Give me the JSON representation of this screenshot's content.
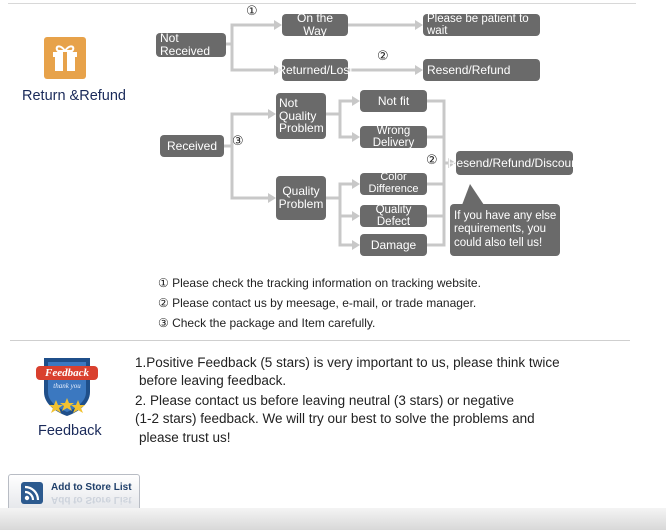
{
  "return_section": {
    "label": "Return &Refund",
    "icon": "gift-box-icon",
    "icon_color": "#e7a24a"
  },
  "flow": {
    "not_received": "Not Received",
    "on_the_way": "On the Way",
    "please_wait": "Please be patient to wait",
    "returned_lost": "Returned/Lost",
    "resend_refund": "Resend/Refund",
    "received": "Received",
    "not_quality_problem": "Not Quality Problem",
    "quality_problem": "Quality Problem",
    "not_fit": "Not fit",
    "wrong_delivery": "Wrong Delivery",
    "color_difference": "Color Difference",
    "quality_defect": "Quality Defect",
    "damage": "Damage",
    "resend_refund_discount": "Resend/Refund/Discount",
    "callout": "If you have any else requirements, you could also tell us!",
    "num_1": "①",
    "num_2a": "②",
    "num_3": "③",
    "num_2b": "②",
    "box_color": "#6a6a6a",
    "line_color": "#c8c8c8"
  },
  "notes": [
    "① Please check the tracking information on tracking website.",
    "② Please contact us by meesage, e-mail, or trade manager.",
    "③ Check the package and Item carefully."
  ],
  "feedback": {
    "badge_text": "Feedback",
    "badge_subtext": "thank you",
    "label": "Feedback",
    "lines": [
      "1.Positive Feedback (5 stars) is very important to us, please think twice",
      "before leaving feedback.",
      "2. Please contact us before leaving neutral (3 stars) or negative",
      "(1-2 stars) feedback. We will try our best to solve the problems and",
      "please trust us!"
    ]
  },
  "store_button": {
    "label": "Add to Store List",
    "icon": "rss-icon"
  }
}
